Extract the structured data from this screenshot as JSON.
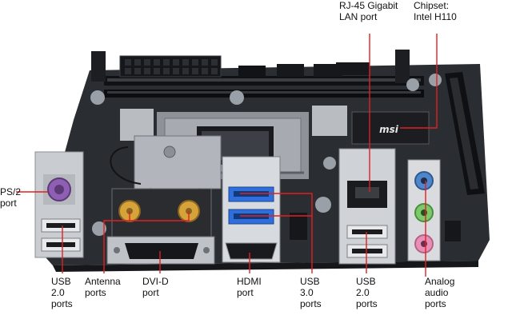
{
  "colors": {
    "callout_line": "#e02020",
    "label_text": "#111111",
    "pcb": "#2a2d31",
    "io_shield": "#c9ccd1",
    "ps2_port": "#8e5fb3",
    "usb3_port": "#2f6fdc",
    "audio_blue": "#4f86c9",
    "audio_green": "#7bc96b",
    "audio_pink": "#e88fb8",
    "antenna_gold": "#d6a23a"
  },
  "labels": {
    "rj45": "RJ-45 Gigabit\nLAN port",
    "chipset": "Chipset:\nIntel H110",
    "ps2": "PS/2\nport",
    "usb20_left": "USB\n2.0\nports",
    "antenna": "Antenna\nports",
    "dvid": "DVI-D\nport",
    "hdmi": "HDMI\nport",
    "usb30": "USB\n3.0\nports",
    "usb20_right": "USB\n2.0\nports",
    "audio": "Analog\naudio\nports"
  }
}
